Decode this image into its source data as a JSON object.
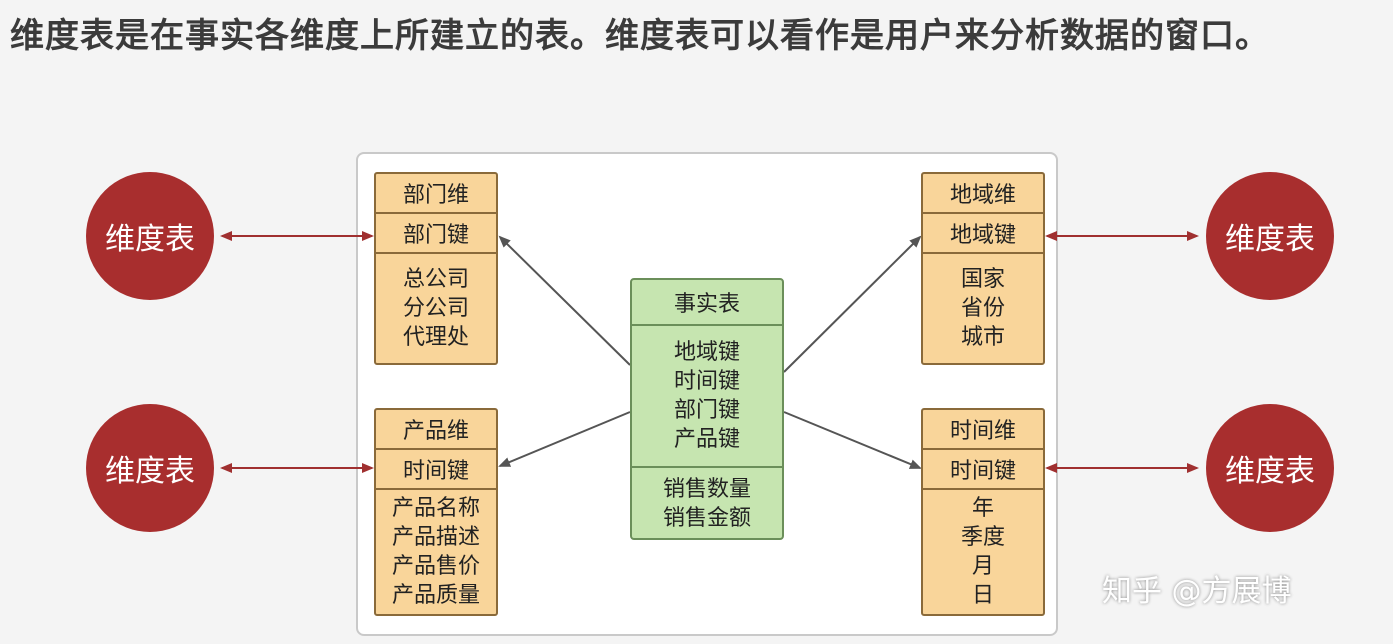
{
  "heading": "维度表是在事实各维度上所建立的表。维度表可以看作是用户来分析数据的窗口。",
  "dimension_circles": [
    "维度表",
    "维度表",
    "维度表",
    "维度表"
  ],
  "dept_table": {
    "title": "部门维",
    "key": "部门键",
    "items": [
      "总公司",
      "分公司",
      "代理处"
    ]
  },
  "product_table": {
    "title": "产品维",
    "key": "时间键",
    "items": [
      "产品名称",
      "产品描述",
      "产品售价",
      "产品质量"
    ]
  },
  "region_table": {
    "title": "地域维",
    "key": "地域键",
    "items": [
      "国家",
      "省份",
      "城市"
    ]
  },
  "time_table": {
    "title": "时间维",
    "key": "时间键",
    "items": [
      "年",
      "季度",
      "月",
      "日"
    ]
  },
  "fact_table": {
    "title": "事实表",
    "keys": [
      "地域键",
      "时间键",
      "部门键",
      "产品键"
    ],
    "measures": [
      "销售数量",
      "销售金额"
    ]
  },
  "watermark": "知乎 @方展博",
  "colors": {
    "circle": "#a82e2e",
    "dimension_fill": "#f9d59a",
    "fact_fill": "#c6e5b0",
    "arrow_dark": "#555555",
    "arrow_red": "#a03030"
  }
}
